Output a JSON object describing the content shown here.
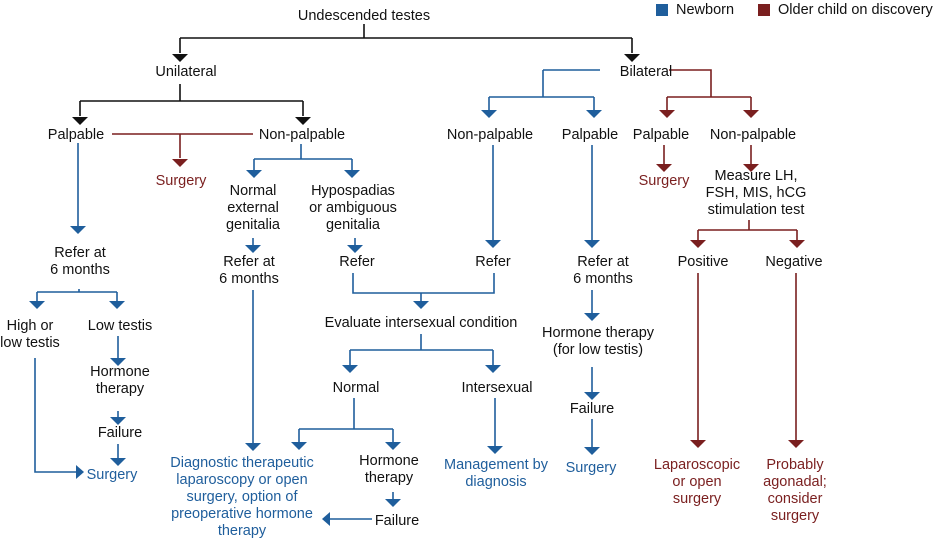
{
  "colors": {
    "black": "#111111",
    "newborn": "#1f5e9c",
    "older": "#7a1f1f"
  },
  "legend": [
    {
      "label": "Newborn",
      "color_key": "newborn"
    },
    {
      "label": "Older child on discovery",
      "color_key": "older"
    }
  ],
  "nodes": [
    {
      "id": "root",
      "lines": [
        "Undescended testes"
      ],
      "color_key": "black"
    },
    {
      "id": "unilateral",
      "lines": [
        "Unilateral"
      ],
      "color_key": "black"
    },
    {
      "id": "bilateral",
      "lines": [
        "Bilateral"
      ],
      "color_key": "black"
    },
    {
      "id": "u_palpable",
      "lines": [
        "Palpable"
      ],
      "color_key": "black"
    },
    {
      "id": "u_nonpalpable",
      "lines": [
        "Non-palpable"
      ],
      "color_key": "black"
    },
    {
      "id": "u_surgery_older",
      "lines": [
        "Surgery"
      ],
      "color_key": "older"
    },
    {
      "id": "u_normal_ext",
      "lines": [
        "Normal",
        "external",
        "genitalia"
      ],
      "color_key": "black"
    },
    {
      "id": "u_hypospadias",
      "lines": [
        "Hypospadias",
        "or ambiguous",
        "genitalia"
      ],
      "color_key": "black"
    },
    {
      "id": "u_refer6_left",
      "lines": [
        "Refer at",
        "6 months"
      ],
      "color_key": "black"
    },
    {
      "id": "u_refer6_mid",
      "lines": [
        "Refer at",
        "6 months"
      ],
      "color_key": "black"
    },
    {
      "id": "u_refer_hyp",
      "lines": [
        "Refer"
      ],
      "color_key": "black"
    },
    {
      "id": "high_low",
      "lines": [
        "High or",
        "low testis"
      ],
      "color_key": "black"
    },
    {
      "id": "low_testis",
      "lines": [
        "Low testis"
      ],
      "color_key": "black"
    },
    {
      "id": "hormone_left",
      "lines": [
        "Hormone",
        "therapy"
      ],
      "color_key": "black"
    },
    {
      "id": "failure_left",
      "lines": [
        "Failure"
      ],
      "color_key": "black"
    },
    {
      "id": "surgery_left",
      "lines": [
        "Surgery"
      ],
      "color_key": "newborn"
    },
    {
      "id": "b_nonpalpable_nb",
      "lines": [
        "Non-palpable"
      ],
      "color_key": "black"
    },
    {
      "id": "b_palpable_nb",
      "lines": [
        "Palpable"
      ],
      "color_key": "black"
    },
    {
      "id": "b_palpable_old",
      "lines": [
        "Palpable"
      ],
      "color_key": "black"
    },
    {
      "id": "b_nonpalpable_old",
      "lines": [
        "Non-palpable"
      ],
      "color_key": "black"
    },
    {
      "id": "b_refer",
      "lines": [
        "Refer"
      ],
      "color_key": "black"
    },
    {
      "id": "b_refer6",
      "lines": [
        "Refer at",
        "6 months"
      ],
      "color_key": "black"
    },
    {
      "id": "b_surgery_old",
      "lines": [
        "Surgery"
      ],
      "color_key": "older"
    },
    {
      "id": "measure",
      "lines": [
        "Measure LH,",
        "FSH, MIS, hCG",
        "stimulation test"
      ],
      "color_key": "black"
    },
    {
      "id": "evaluate",
      "lines": [
        "Evaluate intersexual condition"
      ],
      "color_key": "black"
    },
    {
      "id": "normal",
      "lines": [
        "Normal"
      ],
      "color_key": "black"
    },
    {
      "id": "intersexual",
      "lines": [
        "Intersexual"
      ],
      "color_key": "black"
    },
    {
      "id": "diag_lap",
      "lines": [
        "Diagnostic therapeutic",
        "laparoscopy or open",
        "surgery, option of",
        "preoperative hormone",
        "therapy"
      ],
      "color_key": "newborn"
    },
    {
      "id": "hormone_mid",
      "lines": [
        "Hormone",
        "therapy"
      ],
      "color_key": "black"
    },
    {
      "id": "failure_mid",
      "lines": [
        "Failure"
      ],
      "color_key": "black"
    },
    {
      "id": "mgmt",
      "lines": [
        "Management by",
        "diagnosis"
      ],
      "color_key": "newborn"
    },
    {
      "id": "hormone_low",
      "lines": [
        "Hormone therapy",
        "(for low testis)"
      ],
      "color_key": "black"
    },
    {
      "id": "failure_right",
      "lines": [
        "Failure"
      ],
      "color_key": "black"
    },
    {
      "id": "surgery_right",
      "lines": [
        "Surgery"
      ],
      "color_key": "newborn"
    },
    {
      "id": "positive",
      "lines": [
        "Positive"
      ],
      "color_key": "black"
    },
    {
      "id": "negative",
      "lines": [
        "Negative"
      ],
      "color_key": "black"
    },
    {
      "id": "lap_open",
      "lines": [
        "Laparoscopic",
        "or open",
        "surgery"
      ],
      "color_key": "older"
    },
    {
      "id": "agonadal",
      "lines": [
        "Probably",
        "agonadal;",
        "consider",
        "surgery"
      ],
      "color_key": "older"
    }
  ]
}
